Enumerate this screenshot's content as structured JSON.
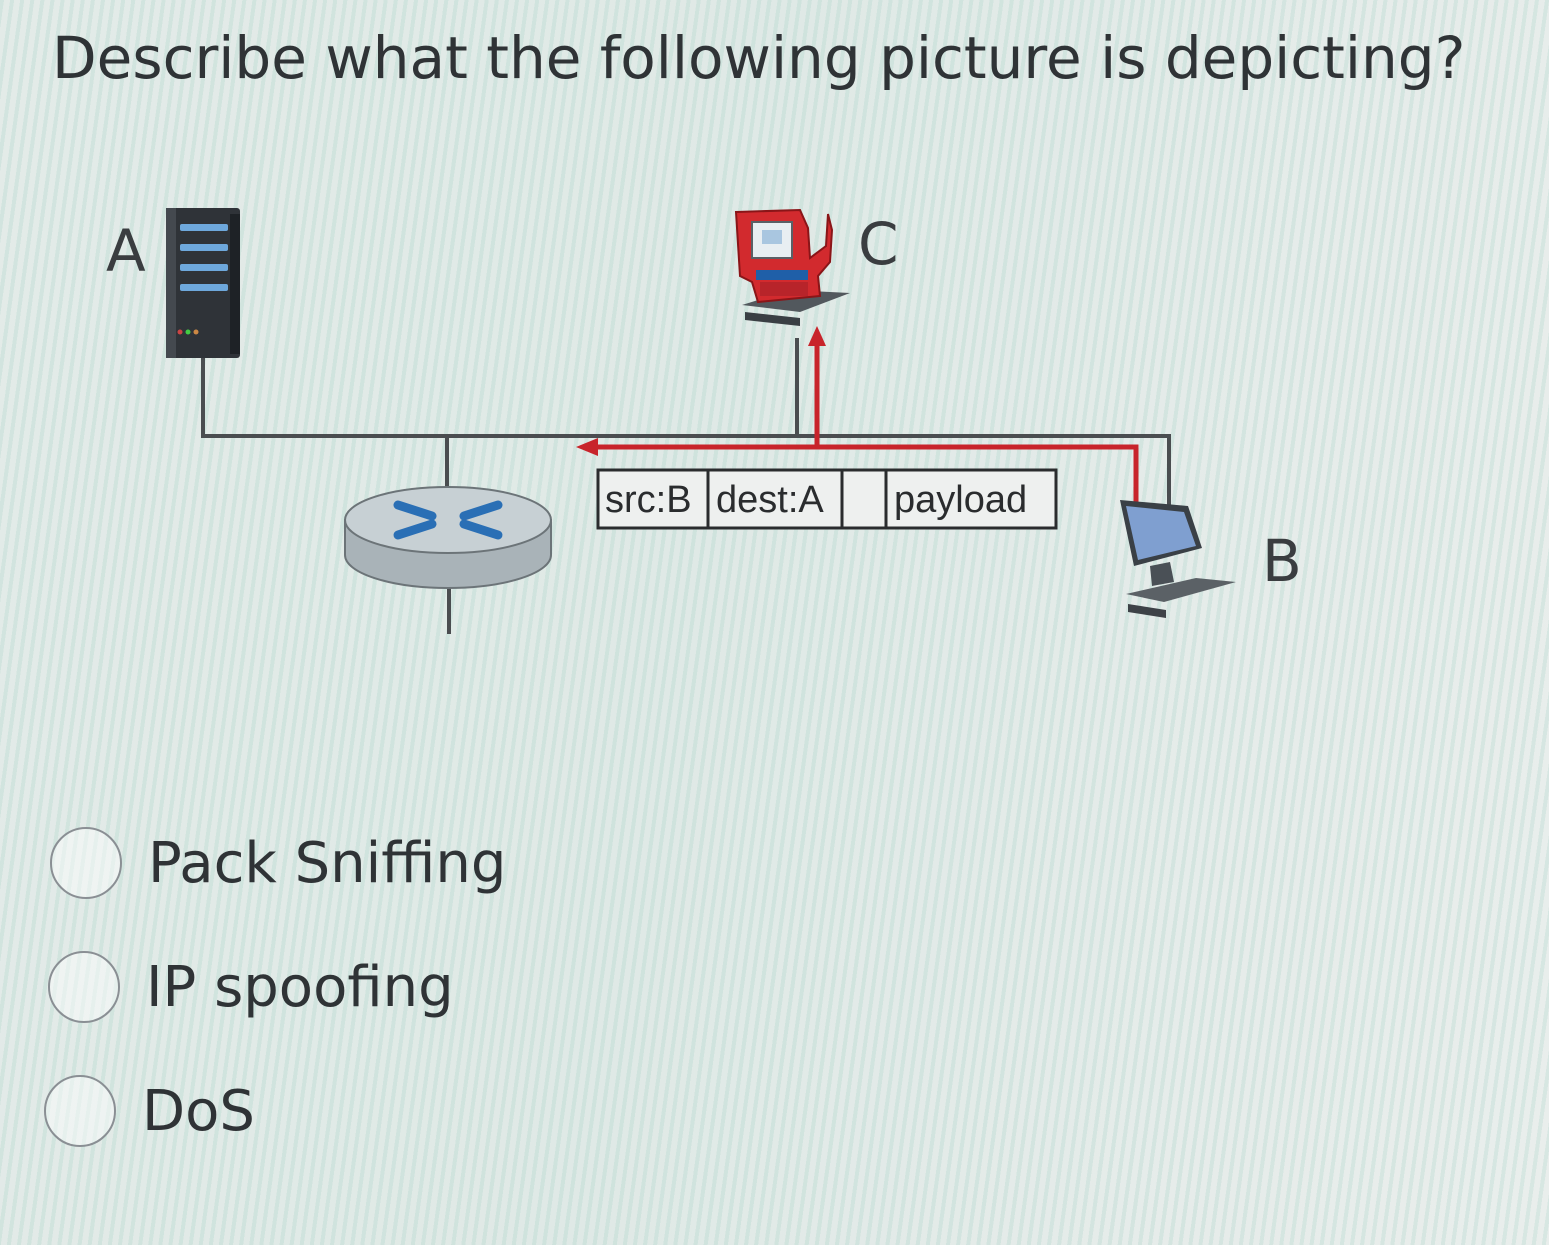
{
  "question": {
    "text": "Describe what the following picture is depicting?"
  },
  "diagram": {
    "nodes": {
      "a": "A",
      "b": "B",
      "c": "C"
    },
    "packet": {
      "src": "src:B",
      "dest": "dest:A",
      "payload": "payload"
    },
    "colors": {
      "line": "#4a4d50",
      "traffic": "#c8242b",
      "router": "#bfc8cc",
      "router_arrows": "#2a6fb5",
      "attacker": "#d22a2e"
    },
    "icons": {
      "host_a": "server-icon",
      "host_b": "desktop-computer-icon",
      "host_c": "attacker-computer-icon",
      "router": "router-icon"
    }
  },
  "choices": [
    {
      "label": "Pack Sniffing",
      "selected": false
    },
    {
      "label": "IP spoofing",
      "selected": false
    },
    {
      "label": "DoS",
      "selected": false
    }
  ]
}
